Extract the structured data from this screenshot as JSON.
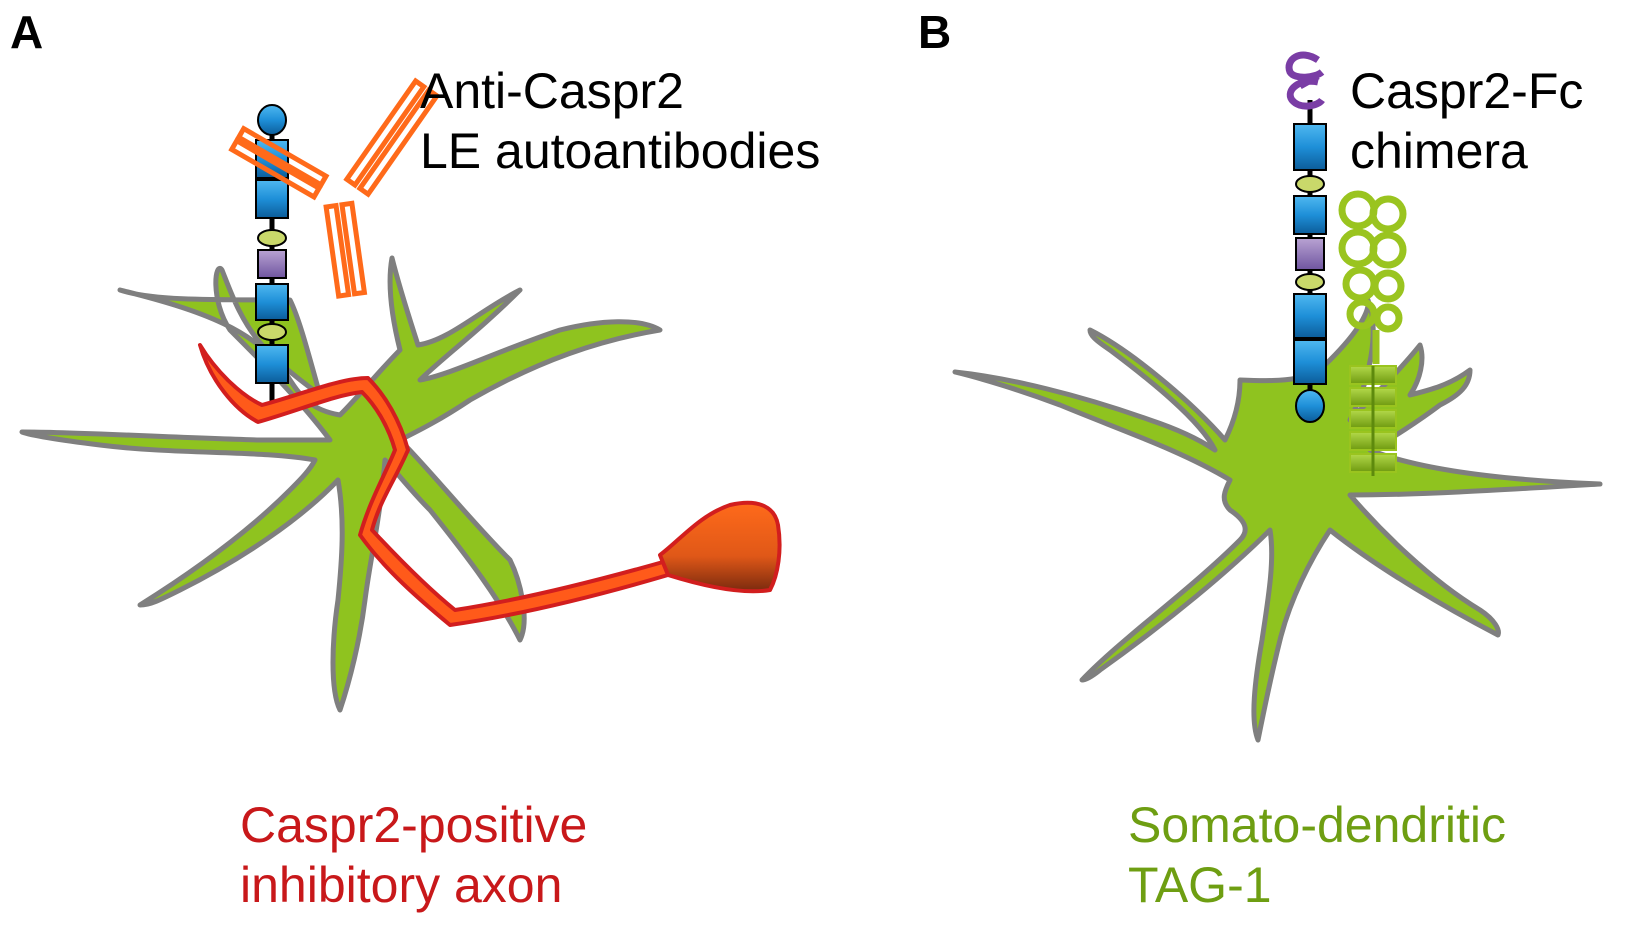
{
  "panel_a": {
    "letter": "A",
    "antibody_label": [
      "Anti-Caspr2",
      "LE autoantibodies"
    ],
    "axon_label": [
      "Caspr2-positive",
      "inhibitory axon"
    ]
  },
  "panel_b": {
    "letter": "B",
    "chimera_label": [
      "Caspr2-Fc",
      "chimera"
    ],
    "tag1_label": [
      "Somato-dendritic",
      "TAG-1"
    ]
  },
  "colors": {
    "neuron_fill": "#8fc31f",
    "neuron_outline": "#7f7f7f",
    "axon_red": "#d21e1e",
    "axon_soma_orange": "#ff6a1a",
    "antibody_orange": "#ff6a1a",
    "caspr2_domain_blue": "#1e8fd8",
    "caspr2_egf_yellow": "#c9d86a",
    "caspr2_fibrinogen_purple": "#8c6fb0",
    "fc_purple": "#7a3da5",
    "tag1_green": "#9ac41f",
    "label_red": "#c8181a",
    "label_green": "#6e9e12"
  }
}
